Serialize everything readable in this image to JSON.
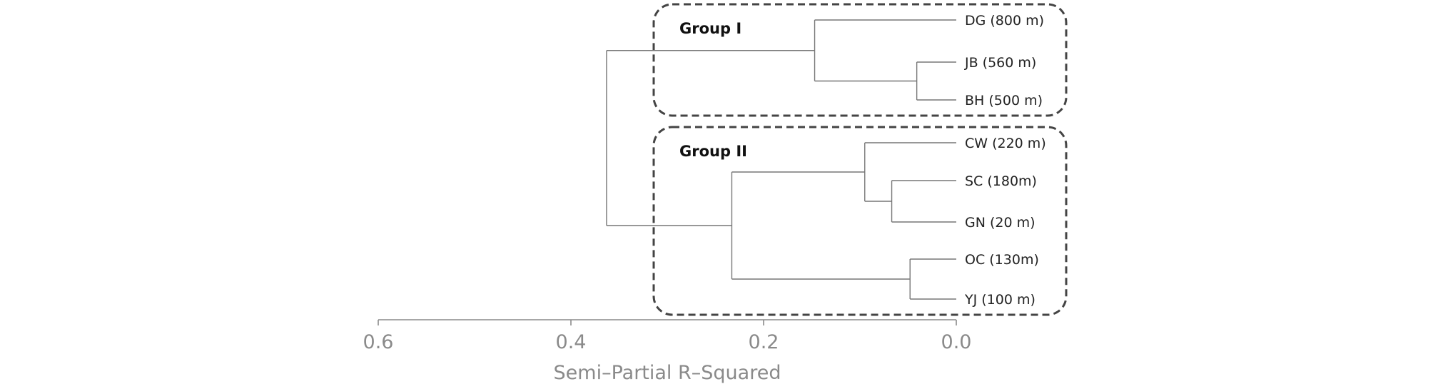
{
  "chart_data": {
    "type": "dendrogram",
    "xlabel": "Semi–Partial R–Squared",
    "xlim": [
      0.6,
      0.0
    ],
    "xticks": [
      {
        "value": 0.6,
        "label": "0.6"
      },
      {
        "value": 0.4,
        "label": "0.4"
      },
      {
        "value": 0.2,
        "label": "0.2"
      },
      {
        "value": 0.0,
        "label": "0.0"
      }
    ],
    "leaves": [
      "DG (800 m)",
      "JB (560 m)",
      "BH (500 m)",
      "CW (220 m)",
      "SC (180m)",
      "GN (20 m)",
      "OC (130m)",
      "YJ (100 m)"
    ],
    "merges": [
      {
        "id": "m1",
        "children": [
          "JB (560 m)",
          "BH (500 m)"
        ],
        "height": 0.041
      },
      {
        "id": "m2",
        "children": [
          "DG (800 m)",
          "m1"
        ],
        "height": 0.147
      },
      {
        "id": "m3",
        "children": [
          "SC (180m)",
          "GN (20 m)"
        ],
        "height": 0.067
      },
      {
        "id": "m4",
        "children": [
          "CW (220 m)",
          "m3"
        ],
        "height": 0.095
      },
      {
        "id": "m5",
        "children": [
          "OC (130m)",
          "YJ (100 m)"
        ],
        "height": 0.048
      },
      {
        "id": "m6",
        "children": [
          "m4",
          "m5"
        ],
        "height": 0.233
      },
      {
        "id": "m7",
        "children": [
          "m2",
          "m6"
        ],
        "height": 0.363
      }
    ],
    "groups": [
      {
        "label": "Group I",
        "members": [
          "DG (800 m)",
          "JB (560 m)",
          "BH (500 m)"
        ]
      },
      {
        "label": "Group II",
        "members": [
          "CW (220 m)",
          "SC (180m)",
          "GN (20 m)",
          "OC (130m)",
          "YJ (100 m)"
        ]
      }
    ]
  }
}
